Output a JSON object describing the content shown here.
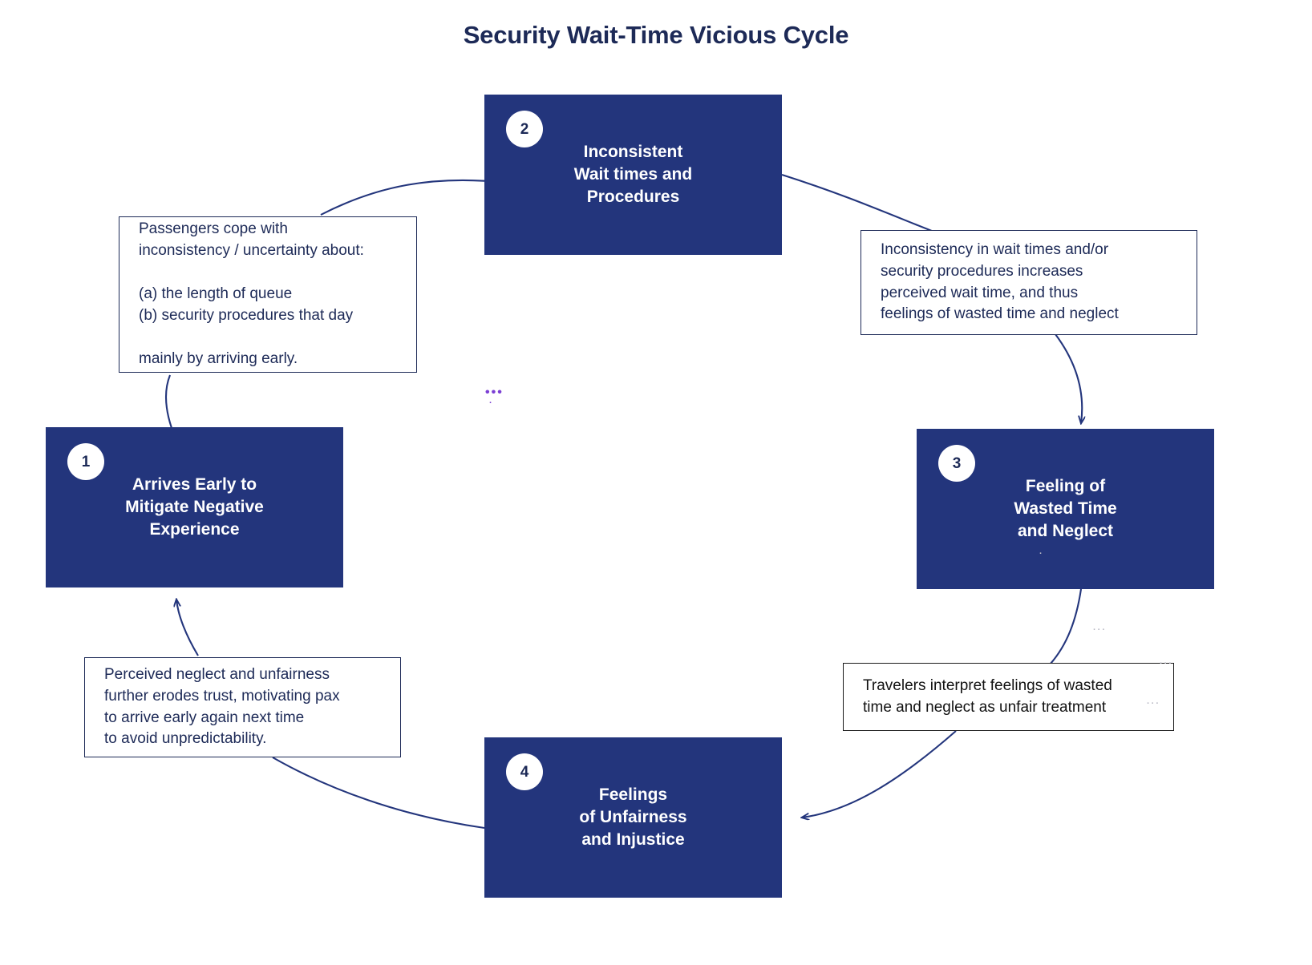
{
  "diagram": {
    "title": "Security Wait-Time Vicious Cycle",
    "type": "cycle",
    "colors": {
      "node_fill": "#23357c",
      "node_text": "#ffffff",
      "badge_fill": "#ffffff",
      "badge_text": "#1d2a57",
      "note_border": "#1d2a57",
      "note_text": "#1d2a57",
      "note_alt_text": "#121212",
      "arrow": "#23357c",
      "title_text": "#1d2a57",
      "mark_purple": "#7b3fd4",
      "mark_grey": "#b9b9c4"
    }
  },
  "nodes": [
    {
      "id": "node-1",
      "number": "1",
      "label": "Arrives Early to\nMitigate Negative\nExperience"
    },
    {
      "id": "node-2",
      "number": "2",
      "label": "Inconsistent\nWait times and\nProcedures"
    },
    {
      "id": "node-3",
      "number": "3",
      "label": "Feeling of\nWasted Time\nand Neglect"
    },
    {
      "id": "node-4",
      "number": "4",
      "label": "Feelings\nof Unfairness\nand Injustice"
    }
  ],
  "notes": [
    {
      "id": "note-top-left",
      "text": "Passengers cope with\ninconsistency / uncertainty about:\n\n(a) the length of queue\n(b) security procedures that day\n\nmainly by arriving early."
    },
    {
      "id": "note-top-right",
      "text": "Inconsistency in wait times and/or\nsecurity procedures increases\nperceived wait time, and thus\nfeelings of wasted time and neglect"
    },
    {
      "id": "note-bottom-left",
      "text": "Perceived neglect and unfairness\nfurther erodes trust, motivating pax\nto arrive early again next time\nto avoid unpredictability."
    },
    {
      "id": "note-bottom-right",
      "text": "Travelers interpret feelings of wasted\ntime and neglect as unfair treatment"
    }
  ],
  "marks": [
    {
      "id": "mark-center",
      "glyph": "•••"
    },
    {
      "id": "mark-center-dot",
      "glyph": "·"
    },
    {
      "id": "mark-right-upper",
      "glyph": "···"
    },
    {
      "id": "mark-right-note-top",
      "glyph": "···"
    },
    {
      "id": "mark-right-note-mid",
      "glyph": "···"
    },
    {
      "id": "mark-node3-lower",
      "glyph": "·"
    }
  ],
  "flow": [
    {
      "from": "note-bottom-left",
      "to": "node-1"
    },
    {
      "from": "note-top-left",
      "to": "node-2"
    },
    {
      "from": "node-2",
      "to": "note-top-right"
    },
    {
      "from": "note-top-right",
      "to": "node-3"
    },
    {
      "from": "node-3",
      "to": "note-bottom-right"
    },
    {
      "from": "note-bottom-right",
      "to": "node-4"
    },
    {
      "from": "node-4",
      "to": "note-bottom-left"
    }
  ]
}
